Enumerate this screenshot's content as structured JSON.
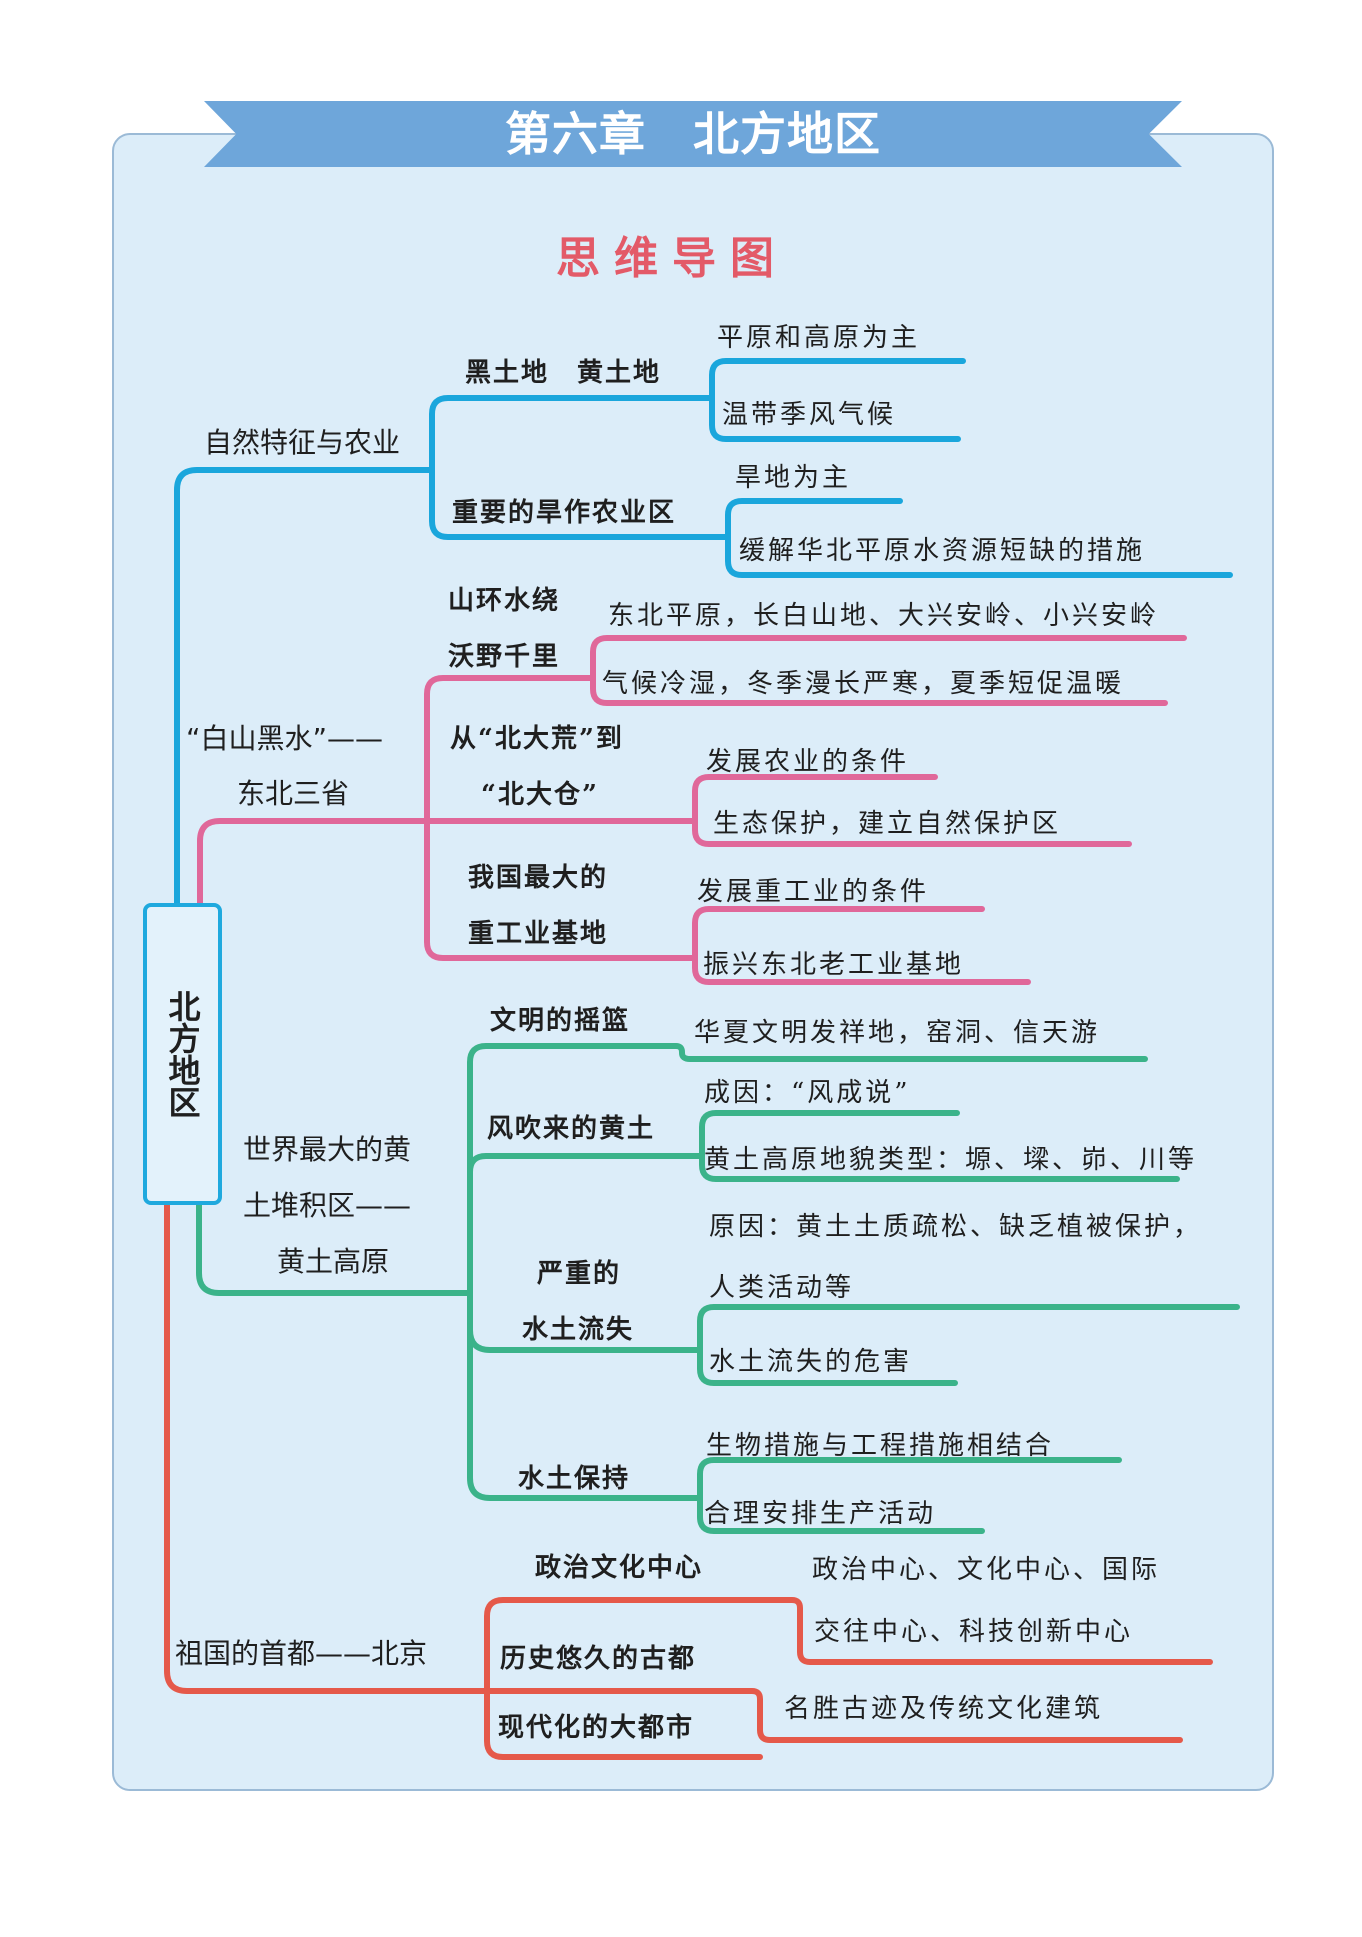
{
  "header": {
    "chapter_title": "第六章　北方地区",
    "subtitle": "思维导图"
  },
  "colors": {
    "ribbon": "#6ea6da",
    "panel": "#dcedf9",
    "subtitle": "#e35a68",
    "branch_natural": "#1aa6dc",
    "branch_northeast": "#e0689a",
    "branch_loess": "#3bb38a",
    "branch_beijing": "#e5594a"
  },
  "root": {
    "label": "北方地区"
  },
  "branches": [
    {
      "label": "自然特征与农业",
      "children": [
        {
          "label": "黑土地　黄土地",
          "leaves": [
            "平原和高原为主",
            "温带季风气候"
          ]
        },
        {
          "label": "重要的旱作农业区",
          "leaves": [
            "旱地为主",
            "缓解华北平原水资源短缺的措施"
          ]
        }
      ]
    },
    {
      "label_lines": [
        "“白山黑水”——",
        "东北三省"
      ],
      "children": [
        {
          "label_lines": [
            "山环水绕",
            "沃野千里"
          ],
          "leaves": [
            "东北平原，长白山地、大兴安岭、小兴安岭",
            "气候冷湿，冬季漫长严寒，夏季短促温暖"
          ]
        },
        {
          "label_lines": [
            "从“北大荒”到",
            "“北大仓”"
          ],
          "leaves": [
            "发展农业的条件",
            "生态保护，建立自然保护区"
          ]
        },
        {
          "label_lines": [
            "我国最大的",
            "重工业基地"
          ],
          "leaves": [
            "发展重工业的条件",
            "振兴东北老工业基地"
          ]
        }
      ]
    },
    {
      "label_lines": [
        "世界最大的黄",
        "土堆积区——",
        "黄土高原"
      ],
      "children": [
        {
          "label": "文明的摇篮",
          "leaves": [
            "华夏文明发祥地，窑洞、信天游"
          ]
        },
        {
          "label": "风吹来的黄土",
          "leaves": [
            "成因：“风成说”",
            "黄土高原地貌类型：塬、墚、峁、川等"
          ]
        },
        {
          "label_lines": [
            "严重的",
            "水土流失"
          ],
          "leaves": [
            "原因：黄土土质疏松、缺乏植被保护，",
            "人类活动等",
            "水土流失的危害"
          ]
        },
        {
          "label": "水土保持",
          "leaves": [
            "生物措施与工程措施相结合",
            "合理安排生产活动"
          ]
        }
      ]
    },
    {
      "label": "祖国的首都——北京",
      "children": [
        {
          "label": "政治文化中心",
          "leaves": [
            "政治中心、文化中心、国际",
            "交往中心、科技创新中心"
          ]
        },
        {
          "label": "历史悠久的古都",
          "leaves": [
            "名胜古迹及传统文化建筑"
          ]
        },
        {
          "label": "现代化的大都市",
          "leaves": []
        }
      ]
    }
  ]
}
